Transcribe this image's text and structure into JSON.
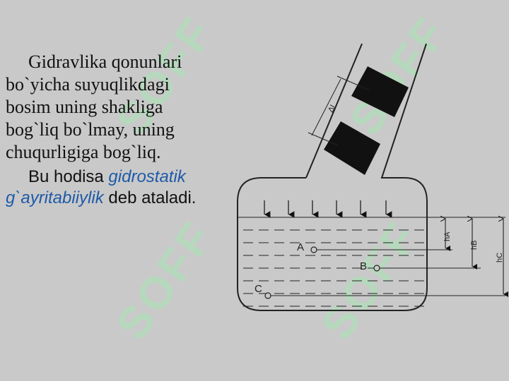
{
  "watermark": "SOFF",
  "paragraph1": "Gidravlika qonunlari bo`yicha suyuqlikdagi bosim uning shakliga bog`liq bo`lmay, uning chuqurligiga bog`liq.",
  "paragraph2": {
    "lead": "Bu hodisa",
    "term": "gidrostatik g`ayritabiiylik",
    "tail": "deb ataladi."
  },
  "diagram": {
    "points": [
      "A",
      "B",
      "C"
    ],
    "delta_label": "Δl",
    "heights": [
      "hA",
      "hB",
      "hC"
    ]
  },
  "colors": {
    "background": "#c9c9c9",
    "term": "#1e5aa8",
    "watermark": "#a8e6b4"
  }
}
